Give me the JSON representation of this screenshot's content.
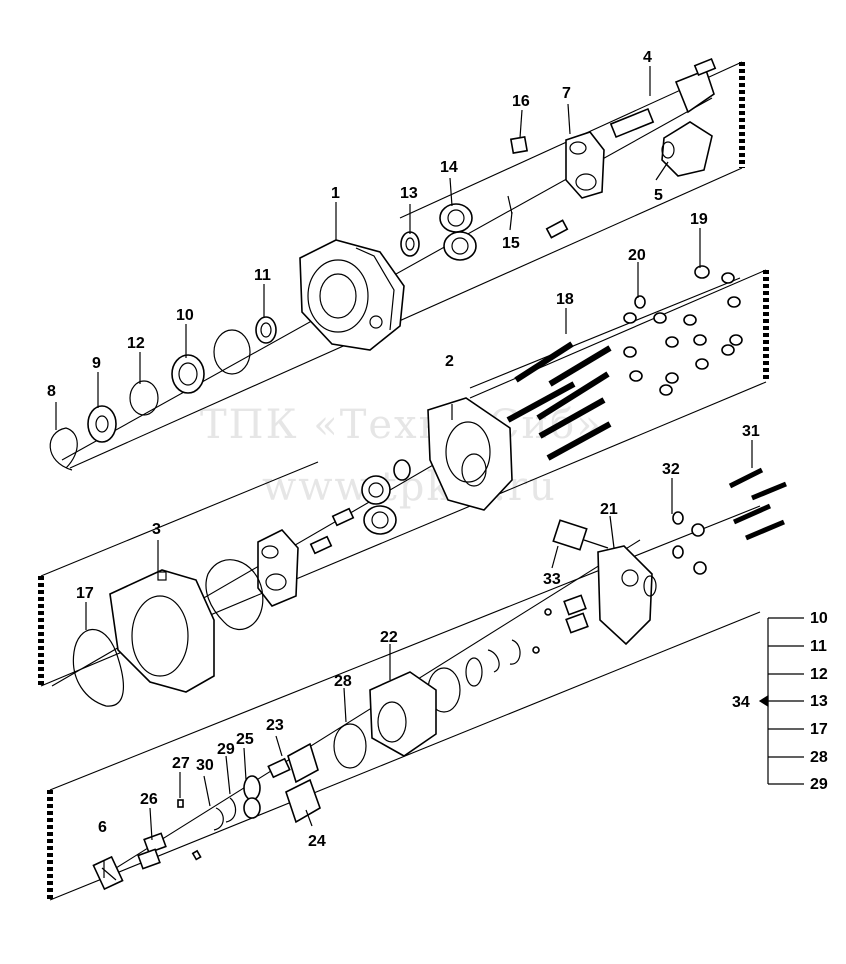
{
  "watermark": {
    "line1": "ТПК «Техно-Сиб»",
    "line2": "www.tpkts.ru"
  },
  "callouts": {
    "p1": "1",
    "p2": "2",
    "p3": "3",
    "p4": "4",
    "p5": "5",
    "p6": "6",
    "p7": "7",
    "p8": "8",
    "p9": "9",
    "p10": "10",
    "p11": "11",
    "p12": "12",
    "p13": "13",
    "p14": "14",
    "p15": "15",
    "p16": "16",
    "p17": "17",
    "p18": "18",
    "p19": "19",
    "p20": "20",
    "p21": "21",
    "p22": "22",
    "p23": "23",
    "p24": "24",
    "p25": "25",
    "p26": "26",
    "p27": "27",
    "p28": "28",
    "p29": "29",
    "p30": "30",
    "p31": "31",
    "p32": "32",
    "p33": "33"
  },
  "kit": {
    "label": "34",
    "items": [
      "10",
      "11",
      "12",
      "13",
      "17",
      "28",
      "29"
    ]
  }
}
